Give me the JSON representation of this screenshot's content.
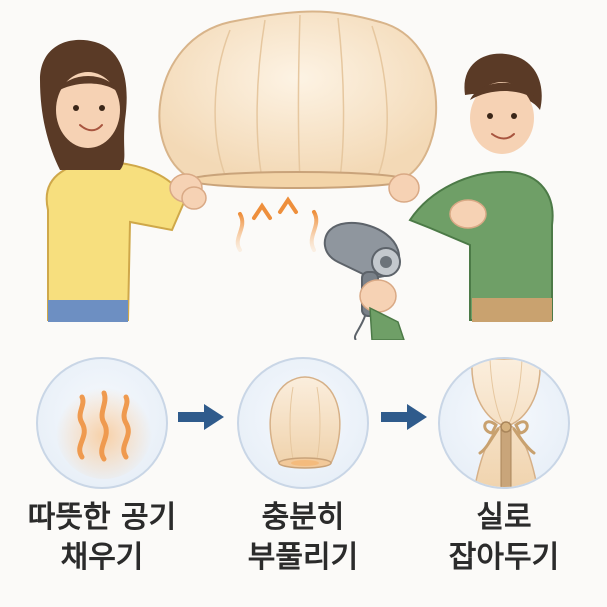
{
  "steps": [
    {
      "line1": "따뜻한 공기",
      "line2": "채우기",
      "icon": "warm-air-icon"
    },
    {
      "line1": "충분히",
      "line2": "부풀리기",
      "icon": "inflated-lantern-icon"
    },
    {
      "line1": "실로",
      "line2": "잡아두기",
      "icon": "tied-lantern-icon"
    }
  ],
  "colors": {
    "lantern": "#f7e3c8",
    "warm_air": "#f0a25a",
    "arrow": "#2f5b8c",
    "circle": "#e9f0f8",
    "text": "#2b2b2b"
  }
}
